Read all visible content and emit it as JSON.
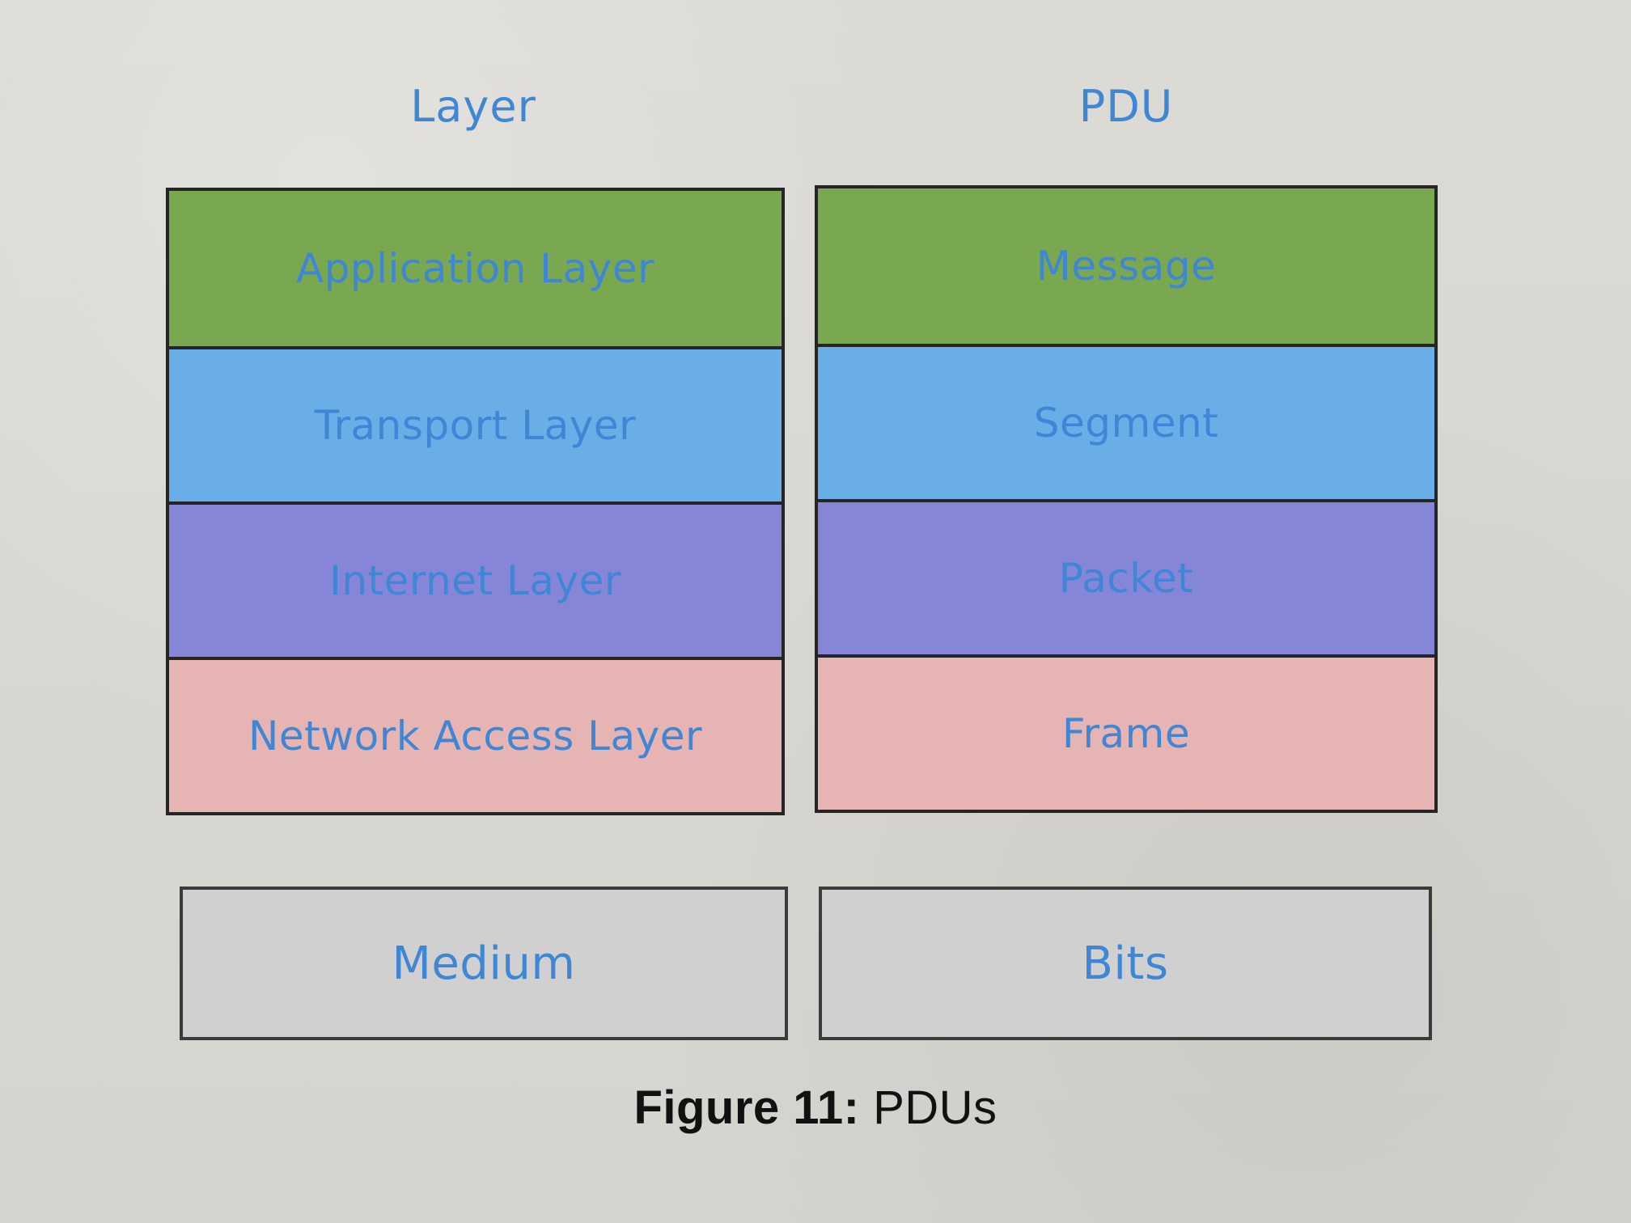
{
  "headers": {
    "layer": "Layer",
    "pdu": "PDU"
  },
  "layers": [
    "Application Layer",
    "Transport Layer",
    "Internet Layer",
    "Network Access Layer"
  ],
  "pdus": [
    "Message",
    "Segment",
    "Packet",
    "Frame"
  ],
  "bottom": {
    "layer": "Medium",
    "pdu": "Bits"
  },
  "caption": {
    "label": "Figure 11:",
    "text": "PDUs"
  },
  "colors": {
    "application": "#7aa850",
    "transport": "#6aaee8",
    "internet": "#8686d8",
    "network_access": "#e7b4b4",
    "medium": "#d1d0d0",
    "text_blue": "#3f86d4"
  }
}
